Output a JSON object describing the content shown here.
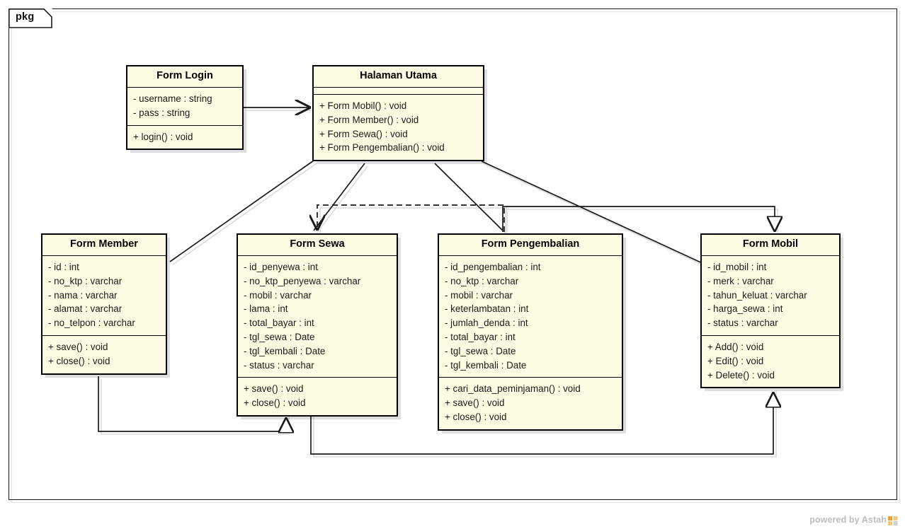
{
  "diagram": {
    "type": "uml-class-diagram",
    "package_label": "pkg",
    "watermark": "powered by Astah",
    "watermark_logo_icon": "astah-logo-icon",
    "background_color": "#ffffff",
    "class_fill_color": "#fdfde3",
    "class_border_color": "#000000",
    "line_color": "#1a1a1a"
  },
  "classes": [
    {
      "id": "form-login",
      "name": "Form Login",
      "attributes": [
        "- username : string",
        "- pass : string"
      ],
      "operations": [
        "+ login() : void"
      ],
      "empty_attributes": false
    },
    {
      "id": "halaman-utama",
      "name": "Halaman Utama",
      "attributes": [],
      "operations": [
        "+ Form Mobil() : void",
        "+ Form Member() : void",
        "+ Form Sewa() : void",
        "+ Form Pengembalian() : void"
      ],
      "empty_attributes": true
    },
    {
      "id": "form-member",
      "name": "Form Member",
      "attributes": [
        "- id : int",
        "- no_ktp : varchar",
        "- nama : varchar",
        "- alamat : varchar",
        "- no_telpon : varchar"
      ],
      "operations": [
        "+ save() : void",
        "+ close() : void"
      ],
      "empty_attributes": false
    },
    {
      "id": "form-sewa",
      "name": "Form Sewa",
      "attributes": [
        "- id_penyewa : int",
        "- no_ktp_penyewa : varchar",
        "- mobil : varchar",
        "- lama : int",
        "- total_bayar : int",
        "- tgl_sewa : Date",
        "- tgl_kembali : Date",
        "- status : varchar"
      ],
      "operations": [
        "+ save() : void",
        "+ close() : void"
      ],
      "empty_attributes": false
    },
    {
      "id": "form-pengembalian",
      "name": "Form Pengembalian",
      "attributes": [
        "- id_pengembalian : int",
        "- no_ktp : varchar",
        "- mobil : varchar",
        "- keterlambatan : int",
        "- jumlah_denda : int",
        "- total_bayar : int",
        "- tgl_sewa : Date",
        "- tgl_kembali : Date"
      ],
      "operations": [
        "+ cari_data_peminjaman() : void",
        "+ save() : void",
        "+ close() : void"
      ],
      "empty_attributes": false
    },
    {
      "id": "form-mobil",
      "name": "Form Mobil",
      "attributes": [
        "- id_mobil : int",
        "- merk : varchar",
        "- tahun_keluat : varchar",
        "- harga_sewa : int",
        "- status : varchar"
      ],
      "operations": [
        "+ Add() : void",
        "+ Edit() : void",
        "+ Delete() : void"
      ],
      "empty_attributes": false
    }
  ],
  "relationships": [
    {
      "id": "rel-login-utama",
      "from": "form-login",
      "to": "halaman-utama",
      "kind": "association-directed",
      "arrow": "open-stick"
    },
    {
      "id": "rel-utama-member",
      "from": "halaman-utama",
      "to": "form-member",
      "kind": "association",
      "arrow": "none"
    },
    {
      "id": "rel-utama-sewa",
      "from": "halaman-utama",
      "to": "form-sewa",
      "kind": "association",
      "arrow": "none"
    },
    {
      "id": "rel-utama-pengembalian",
      "from": "halaman-utama",
      "to": "form-pengembalian",
      "kind": "association",
      "arrow": "none"
    },
    {
      "id": "rel-utama-mobil",
      "from": "halaman-utama",
      "to": "form-mobil",
      "kind": "association",
      "arrow": "none"
    },
    {
      "id": "rel-pengembalian-sewa",
      "from": "form-pengembalian",
      "to": "form-sewa",
      "kind": "dependency",
      "arrow": "open-stick",
      "line": "dashed"
    },
    {
      "id": "rel-member-sewa",
      "from": "form-member",
      "to": "form-sewa",
      "kind": "generalization",
      "arrow": "hollow-triangle"
    },
    {
      "id": "rel-sewa-mobil",
      "from": "form-sewa",
      "to": "form-mobil",
      "kind": "generalization",
      "arrow": "hollow-triangle"
    },
    {
      "id": "rel-pengembalian-mobil",
      "from": "form-pengembalian",
      "to": "form-mobil",
      "kind": "generalization",
      "arrow": "hollow-triangle"
    }
  ]
}
